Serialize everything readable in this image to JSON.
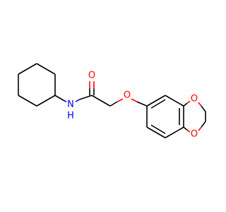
{
  "molecule": {
    "atoms": {
      "amide_n": "N",
      "amide_h": "H",
      "carbonyl_o": "O",
      "ether_o": "O",
      "dioxole_o_top": "O",
      "dioxole_o_bottom": "O"
    },
    "colors": {
      "carbon_bond": "#000000",
      "oxygen": "#ff0000",
      "nitrogen": "#0000ff"
    }
  }
}
